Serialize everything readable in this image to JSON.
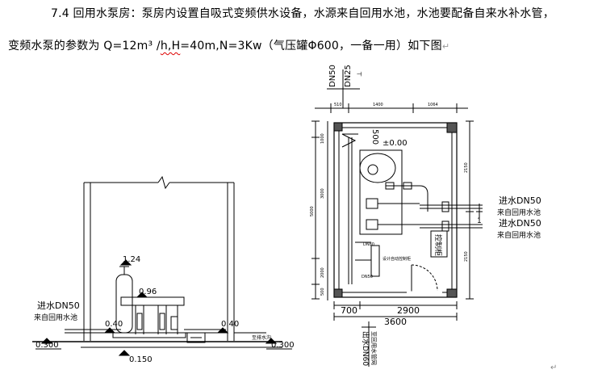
{
  "document": {
    "para1": "7.4  回用水泵房：泵房内设置自吸式变频供水设备，水源来自回用水池，水池要配备自来水补水管，",
    "para2_a": "变频水泵的参数为 Q=12m³ /",
    "para2_b": "h,H",
    "para2_c": "=40m,N=3Kw（气压罐Φ600，一备一用）如下图",
    "para_mark": "↵"
  },
  "elevation": {
    "level_top": "1.24",
    "level_mid": "0.96",
    "level_a": "0.40",
    "level_b": "0.40",
    "level_floor_left": "0.300",
    "level_floor_right": "0.300",
    "level_bottom": "0.150",
    "pipe_label_1": "进水DN50",
    "pipe_label_2": "来自回用水池",
    "small_label": "至排水沟"
  },
  "plan": {
    "top_pipe_1": "DN50",
    "top_pipe_2": "DN25",
    "top_pipe_sym": "⊥",
    "dim_top_1": "510",
    "dim_top_2": "1400",
    "dim_top_3": "1064",
    "dim_500": "500",
    "level": "±0.00",
    "dim_left_1": "1000",
    "dim_left_2": "3000",
    "dim_left_3": "2000",
    "dim_left_4": "500",
    "dim_left_total": "5000",
    "dim_right_1": "2150",
    "dim_right_2": "2150",
    "label_dn50": "DN50",
    "label_dn80": "DN80",
    "label_device": "设计自动控制柜",
    "label_cabinet": "控制柜",
    "section_mark": "1",
    "inlet_1a": "进水DN50",
    "inlet_1b": "来自回用水池",
    "inlet_2a": "进水DN50",
    "inlet_2b": "来自回用水池",
    "bottom_dim_1": "700",
    "bottom_dim_2": "2900",
    "bottom_total": "3600",
    "bottom_pipe_1": "出水DN60",
    "bottom_pipe_2": "至回用水管网"
  }
}
